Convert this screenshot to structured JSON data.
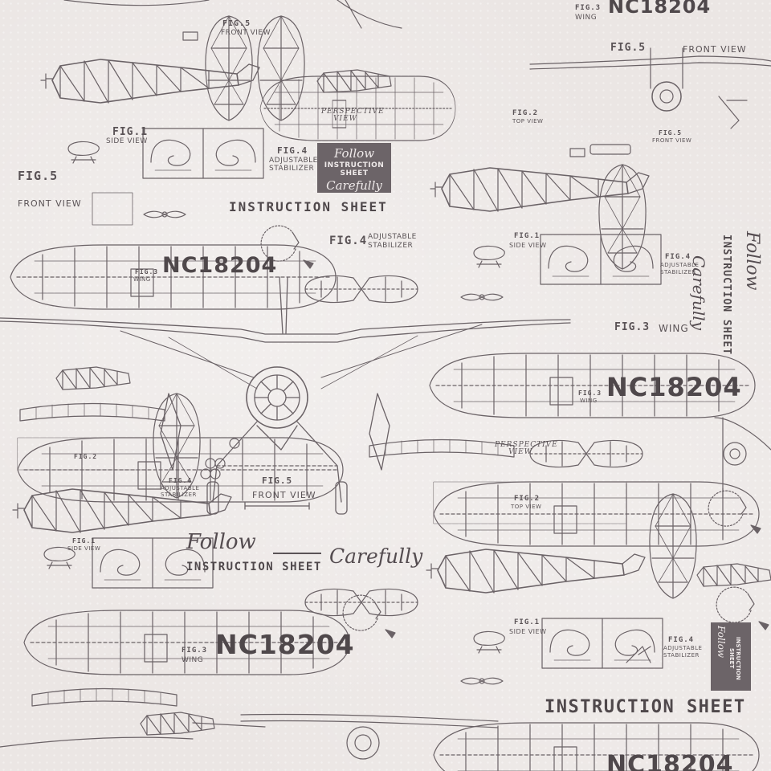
{
  "pattern": {
    "colors": {
      "paper": "#ebe6e4",
      "ink": "#5a5356",
      "ink_dark": "#4f484b"
    },
    "registration": "NC18204",
    "instruction_sheet": "INSTRUCTION SHEET",
    "follow": "Follow",
    "carefully": "Carefully",
    "perspective_view": "PERSPECTIVE VIEW",
    "figures": {
      "fig1": "FIG.1",
      "fig1_caption": "SIDE VIEW",
      "fig2": "FIG.2",
      "fig2_caption": "TOP VIEW",
      "fig3": "FIG.3",
      "fig3_caption": "WING",
      "fig4": "FIG.4",
      "fig4_caption_line1": "ADJUSTABLE",
      "fig4_caption_line2": "STABILIZER",
      "fig5": "FIG.5",
      "fig5_caption": "FRONT VIEW"
    }
  }
}
